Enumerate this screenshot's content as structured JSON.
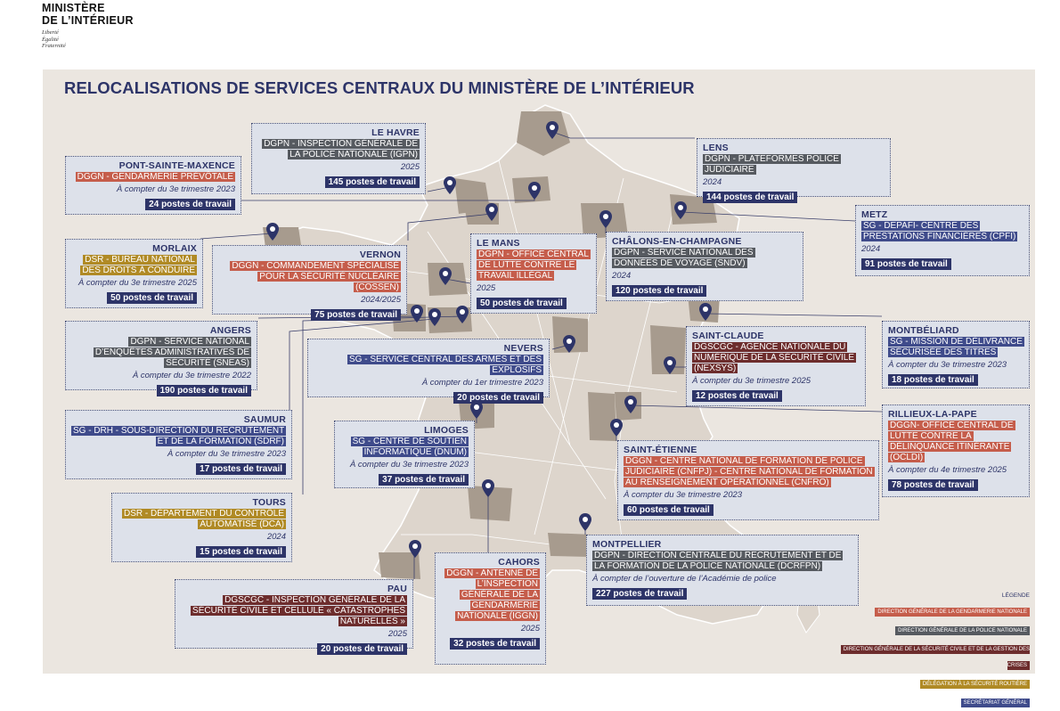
{
  "logo": {
    "line1": "MINISTÈRE",
    "line2": "DE L’INTÉRIEUR",
    "motto1": "Liberté",
    "motto2": "Égalité",
    "motto3": "Fraternité"
  },
  "title": "RELOCALISATIONS DE SERVICES CENTRAUX DU MINISTÈRE DE L’INTÉRIEUR",
  "sites": {
    "le_havre": {
      "city": "LE HAVRE",
      "service": "DGPN - INSPECTION GÉNÉRALE DE LA POLICE NATIONALE (IGPN)",
      "date": "2025",
      "posts": "145 postes de travail"
    },
    "pont": {
      "city": "PONT-SAINTE-MAXENCE",
      "service": "DGGN - GENDARMERIE PRÉVÔTALE",
      "date": "À compter du 3e trimestre 2023",
      "posts": "24 postes de travail"
    },
    "lens": {
      "city": "LENS",
      "service": "DGPN - PLATEFORMES POLICE JUDICIAIRE",
      "date": "2024",
      "posts": "144 postes de travail"
    },
    "metz": {
      "city": "METZ",
      "service": "SG - DEPAFI- CENTRE DES PRESTATIONS FINANCIÈRES (CPFI)",
      "date": "2024",
      "posts": "91 postes de travail"
    },
    "morlaix": {
      "city": "MORLAIX",
      "service": "DSR - BUREAU NATIONAL DES DROITS À CONDUIRE",
      "date": "À compter du 3e trimestre 2025",
      "posts": "50 postes de travail"
    },
    "vernon": {
      "city": "VERNON",
      "service": "DGGN - COMMANDEMENT SPÉCIALISÉ POUR LA SÉCURITÉ NUCLÉAIRE (COSSEN)",
      "date": "2024/2025",
      "posts": "75 postes de travail"
    },
    "le_mans": {
      "city": "LE MANS",
      "service": "DGPN - OFFICE CENTRAL DE LUTTE CONTRE LE TRAVAIL ILLÉGAL",
      "date": "2025",
      "posts": "50 postes de travail"
    },
    "chalons": {
      "city": "CHÂLONS-EN-CHAMPAGNE",
      "service": "DGPN - SERVICE NATIONAL DES DONNÉES DE VOYAGE (SNDV)",
      "date": "2024",
      "posts": "120 postes de travail"
    },
    "angers": {
      "city": "ANGERS",
      "service": "DGPN - SERVICE NATIONAL D’ENQUÊTES ADMINISTRATIVES DE SÉCURITÉ (SNEAS)",
      "date": "À compter du 3e trimestre 2022",
      "posts": "190 postes de travail"
    },
    "nevers": {
      "city": "NEVERS",
      "service": "SG - SERVICE CENTRAL DES ARMES ET DES EXPLOSIFS",
      "date": "À compter du 1er trimestre 2023",
      "posts": "20 postes de travail"
    },
    "saint_claude": {
      "city": "SAINT-CLAUDE",
      "service": "DGSCGC - AGENCE NATIONALE DU NUMÉRIQUE DE LA SÉCURITÉ CIVILE (NEXSYS)",
      "date": "À compter du 3e trimestre 2025",
      "posts": "12 postes de travail"
    },
    "montbeliard": {
      "city": "MONTBÉLIARD",
      "service": "SG - MISSION DE DÉLIVRANCE SÉCURISÉE DES TITRES",
      "date": "À compter du 3e trimestre 2023",
      "posts": "18 postes de travail"
    },
    "saumur": {
      "city": "SAUMUR",
      "service": "SG - DRH - SOUS-DIRECTION DU RECRUTEMENT ET DE LA FORMATION (SDRF)",
      "date": "À compter du 3e trimestre 2023",
      "posts": "17 postes de travail"
    },
    "limoges": {
      "city": "LIMOGES",
      "service": "SG - CENTRE DE SOUTIEN INFORMATIQUE (DNUM)",
      "date": "À compter du 3e trimestre 2023",
      "posts": "37 postes de travail"
    },
    "rillieux": {
      "city": "RILLIEUX-LA-PAPE",
      "service": "DGGN- OFFICE CENTRAL DE LUTTE CONTRE LA DÉLINQUANCE ITINÉRANTE (OCLDI)",
      "date": "À compter du 4e trimestre 2025",
      "posts": "78 postes de travail"
    },
    "saint_etienne": {
      "city": "SAINT-ÉTIENNE",
      "service": "DGGN - CENTRE NATIONAL DE FORMATION DE POLICE JUDICIAIRE (CNFPJ) - CENTRE NATIONAL DE FORMATION AU RENSEIGNEMENT OPÉRATIONNEL (CNFRO)",
      "date": "À compter du 3e trimestre 2023",
      "posts": "60 postes de travail"
    },
    "tours": {
      "city": "TOURS",
      "service": "DSR - DÉPARTEMENT DU CONTRÔLE AUTOMATISÉ (DCA)",
      "date": "2024",
      "posts": "15 postes de travail"
    },
    "montpellier": {
      "city": "MONTPELLIER",
      "service": "DGPN - DIRECTION CENTRALE DU RECRUTEMENT ET DE LA FORMATION DE LA POLICE NATIONALE (DCRFPN)",
      "date": "À compter de l’ouverture de l’Académie de police",
      "posts": "227 postes de travail"
    },
    "pau": {
      "city": "PAU",
      "service": "DGSCGC - INSPECTION GÉNÉRALE DE LA SÉCURITÉ CIVILE ET CELLULE « CATASTROPHES NATURELLES »",
      "date": "2025",
      "posts": "20 postes de travail"
    },
    "cahors": {
      "city": "CAHORS",
      "service": "DGGN - ANTENNE DE L’INSPECTION GÉNÉRALE DE LA GENDARMERIE NATIONALE (IGGN)",
      "date": "2025",
      "posts": "32 postes de travail"
    }
  },
  "legend": {
    "title": "LÉGENDE",
    "items": [
      {
        "label": "DIRECTION GÉNÉRALE DE LA GENDARMERIE NATIONALE",
        "color": "#c55d4b"
      },
      {
        "label": "DIRECTION GÉNÉRALE DE LA POLICE NATIONALE",
        "color": "#565a60"
      },
      {
        "label": "DIRECTION GÉNÉRALE DE LA SÉCURITÉ CIVILE ET DE LA GESTION DES CRISES",
        "color": "#6d2d2d"
      },
      {
        "label": "DÉLÉGATION À LA SÉCURITÉ ROUTIÈRE",
        "color": "#b08a25"
      },
      {
        "label": "SECRÉTARIAT GÉNÉRAL",
        "color": "#3f4b8b"
      }
    ]
  },
  "colors": {
    "panel": "#ebe6e0",
    "map_land": "#ddd5cc",
    "map_highlight": "#a79b8e",
    "navy": "#2d3468"
  }
}
